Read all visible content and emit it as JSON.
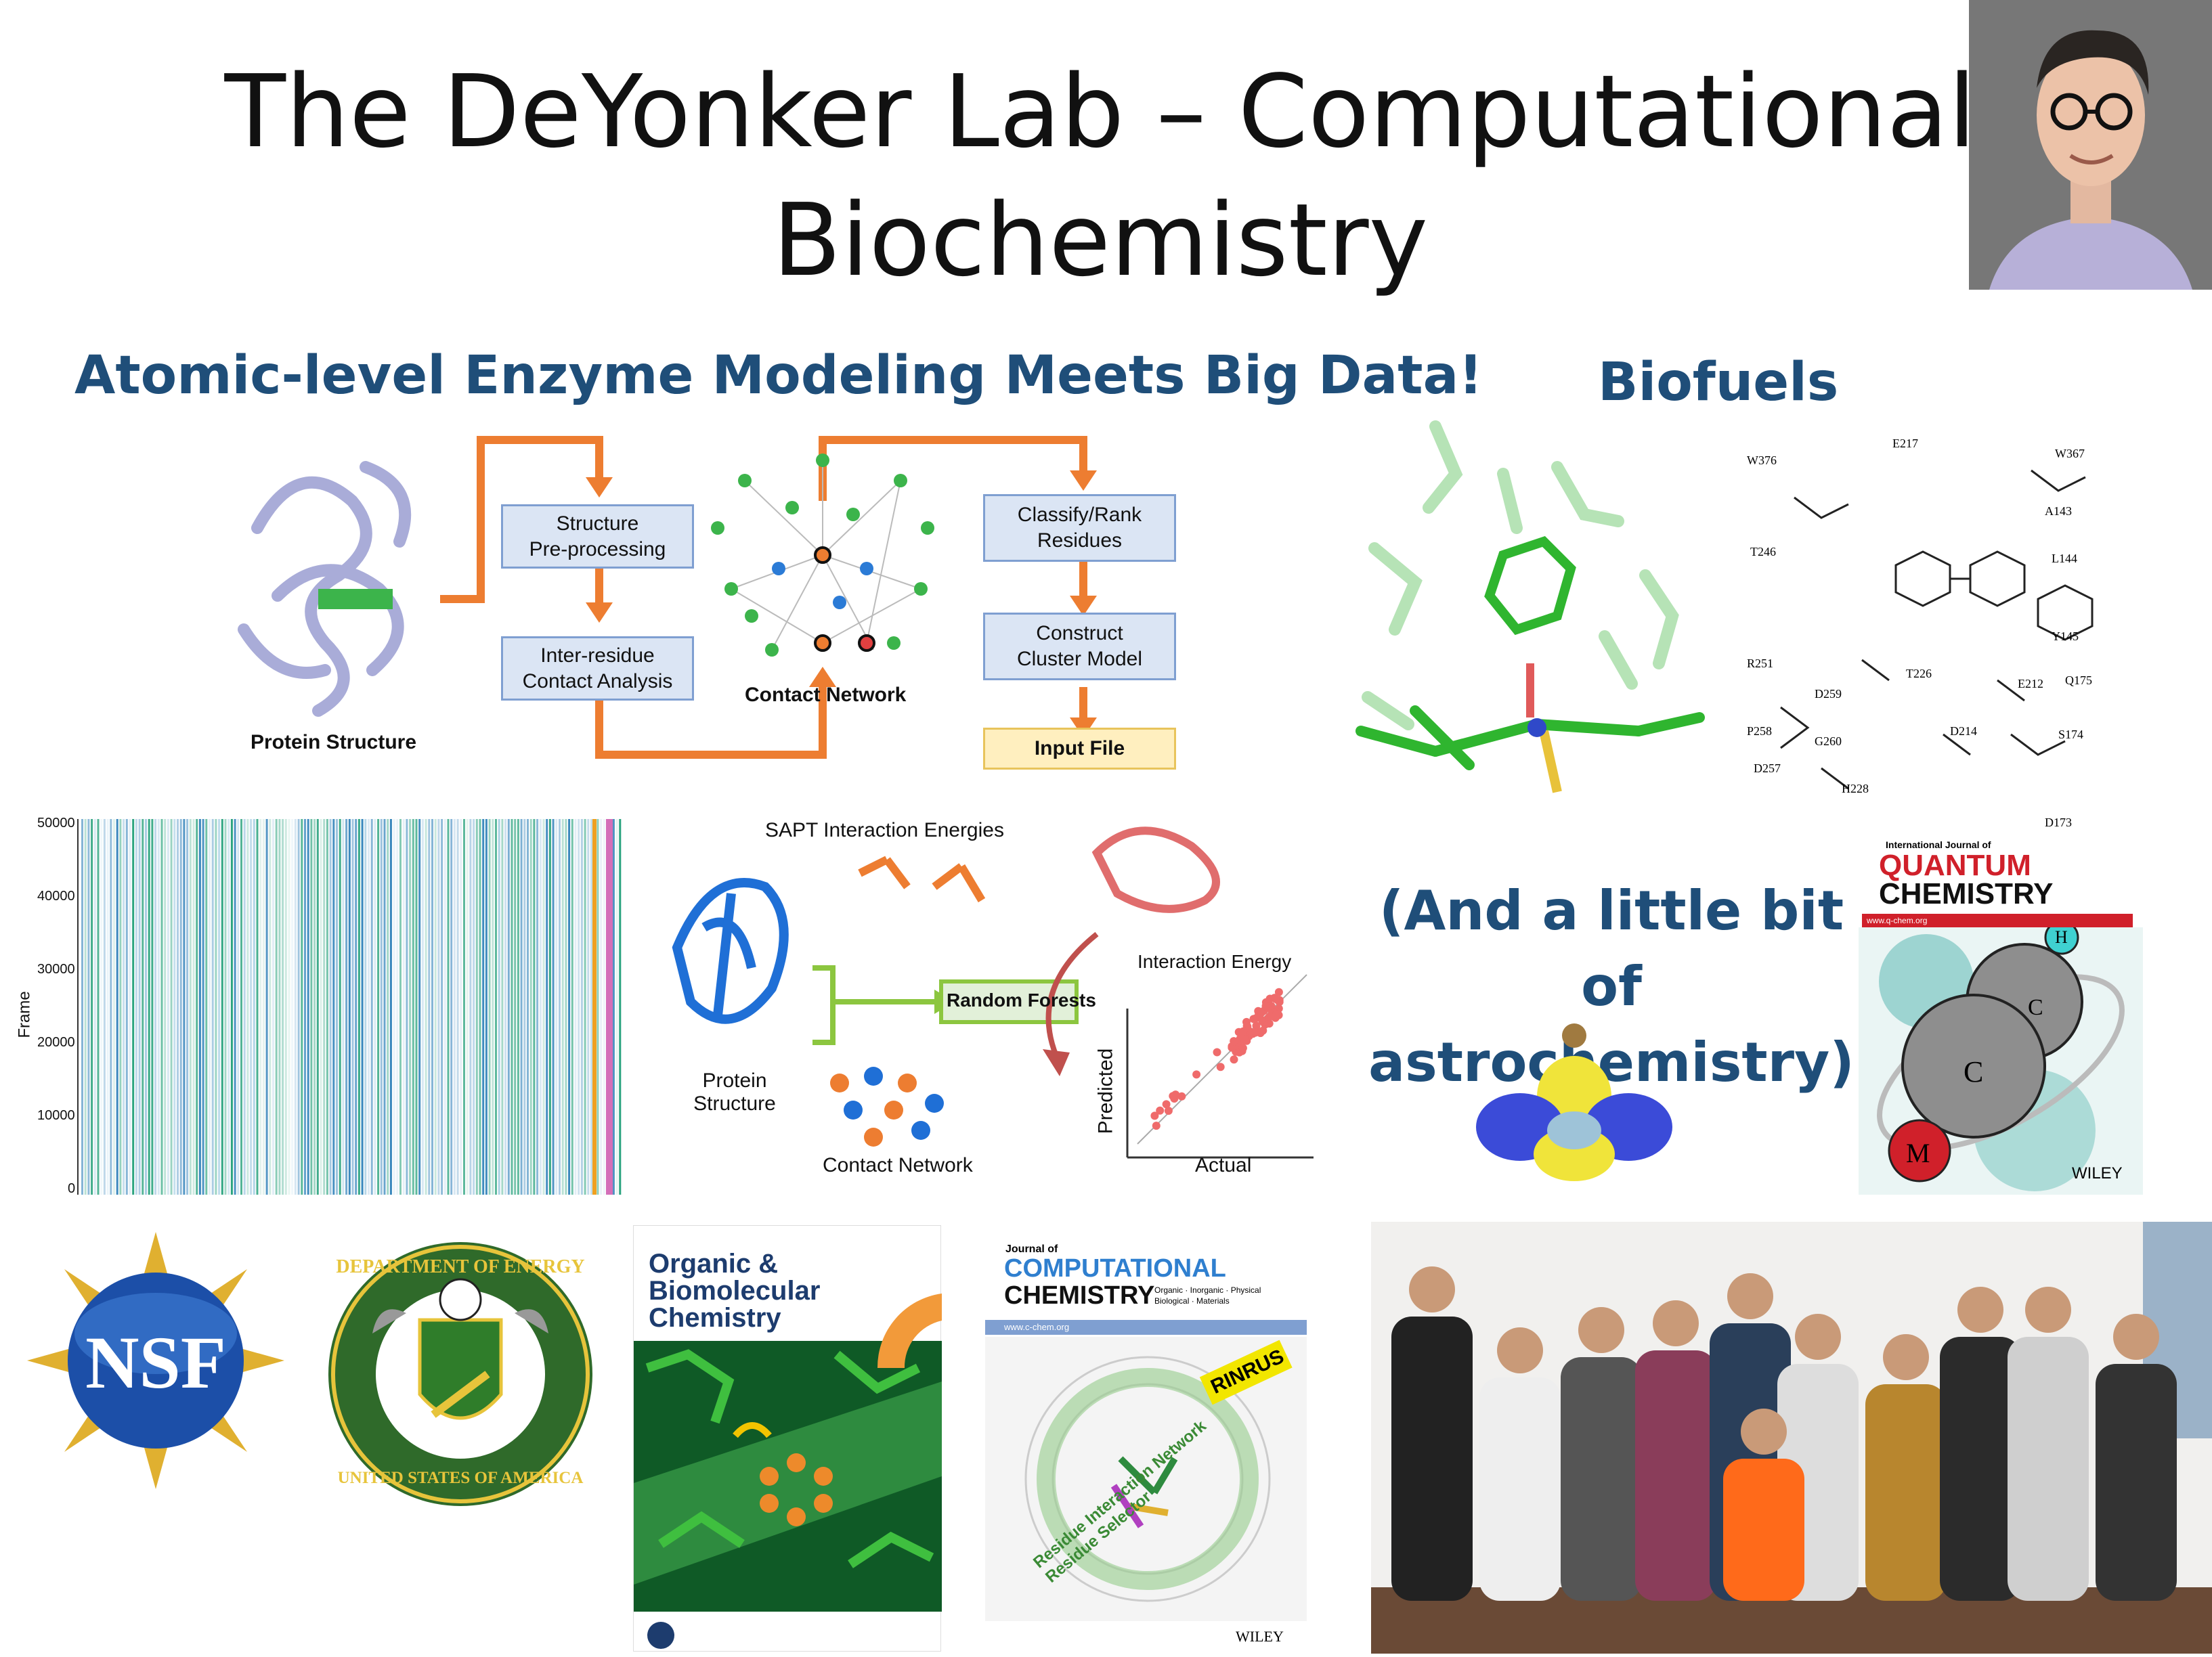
{
  "slide": {
    "title_line1": "The DeYonker Lab – Computational",
    "title_line2": "Biochemistry",
    "heading_main": "Atomic-level Enzyme Modeling Meets Big Data!",
    "heading_biofuels": "Biofuels",
    "heading_astro_line1": "(And a little bit of",
    "heading_astro_line2": "astrochemistry)"
  },
  "workflow": {
    "protein_label": "Protein Structure",
    "step1_line1": "Structure",
    "step1_line2": "Pre-processing",
    "step2_line1": "Inter-residue",
    "step2_line2": "Contact Analysis",
    "network_label": "Contact Network",
    "step3_line1": "Classify/Rank",
    "step3_line2": "Residues",
    "step4_line1": "Construct",
    "step4_line2": "Cluster Model",
    "input_file": "Input File"
  },
  "raster": {
    "ylabel": "Frame",
    "yticks": [
      "50000",
      "40000",
      "30000",
      "20000",
      "10000",
      "0"
    ]
  },
  "ml_figure": {
    "sapt_label": "SAPT Interaction Energies",
    "rf_label": "Random Forests",
    "protein_line1": "Protein",
    "protein_line2": "Structure",
    "network_label": "Contact Network",
    "scatter_title": "Interaction Energy",
    "scatter_xlabel": "Actual",
    "scatter_ylabel": "Predicted"
  },
  "chem_labels": [
    "W376",
    "E217",
    "W367",
    "T246",
    "A143",
    "L144",
    "R251",
    "Y145",
    "T226",
    "D259",
    "E212",
    "Q175",
    "P258",
    "G260",
    "D214",
    "S174",
    "D257",
    "H228",
    "D173"
  ],
  "quantum_cover": {
    "top": "International Journal of",
    "line1": "QUANTUM",
    "line2": "CHEMISTRY",
    "url": "www.q-chem.org",
    "atom_h": "H",
    "atom_c1": "C",
    "atom_c2": "C",
    "atom_m": "M",
    "publisher": "WILEY"
  },
  "logos": {
    "nsf": "NSF",
    "doe_top": "DEPARTMENT OF ENERGY",
    "doe_bottom": "UNITED STATES OF AMERICA"
  },
  "obc_cover": {
    "line1": "Organic &",
    "line2": "Biomolecular",
    "line3": "Chemistry"
  },
  "jcc_cover": {
    "journal_of": "Journal of",
    "line1": "COMPUTATIONAL",
    "line2": "CHEMISTRY",
    "subtitle1": "Organic · Inorganic · Physical",
    "subtitle2": "Biological · Materials",
    "url": "www.c-chem.org",
    "badge": "RINRUS",
    "ring_text": "Residue Interaction Network Residue Selector",
    "publisher": "WILEY"
  },
  "colors": {
    "heading": "#1f4e79",
    "arrow": "#ed7d31",
    "box_fill": "#dbe5f4",
    "box_border": "#7f9fd1",
    "input_fill": "#ffefbf"
  }
}
